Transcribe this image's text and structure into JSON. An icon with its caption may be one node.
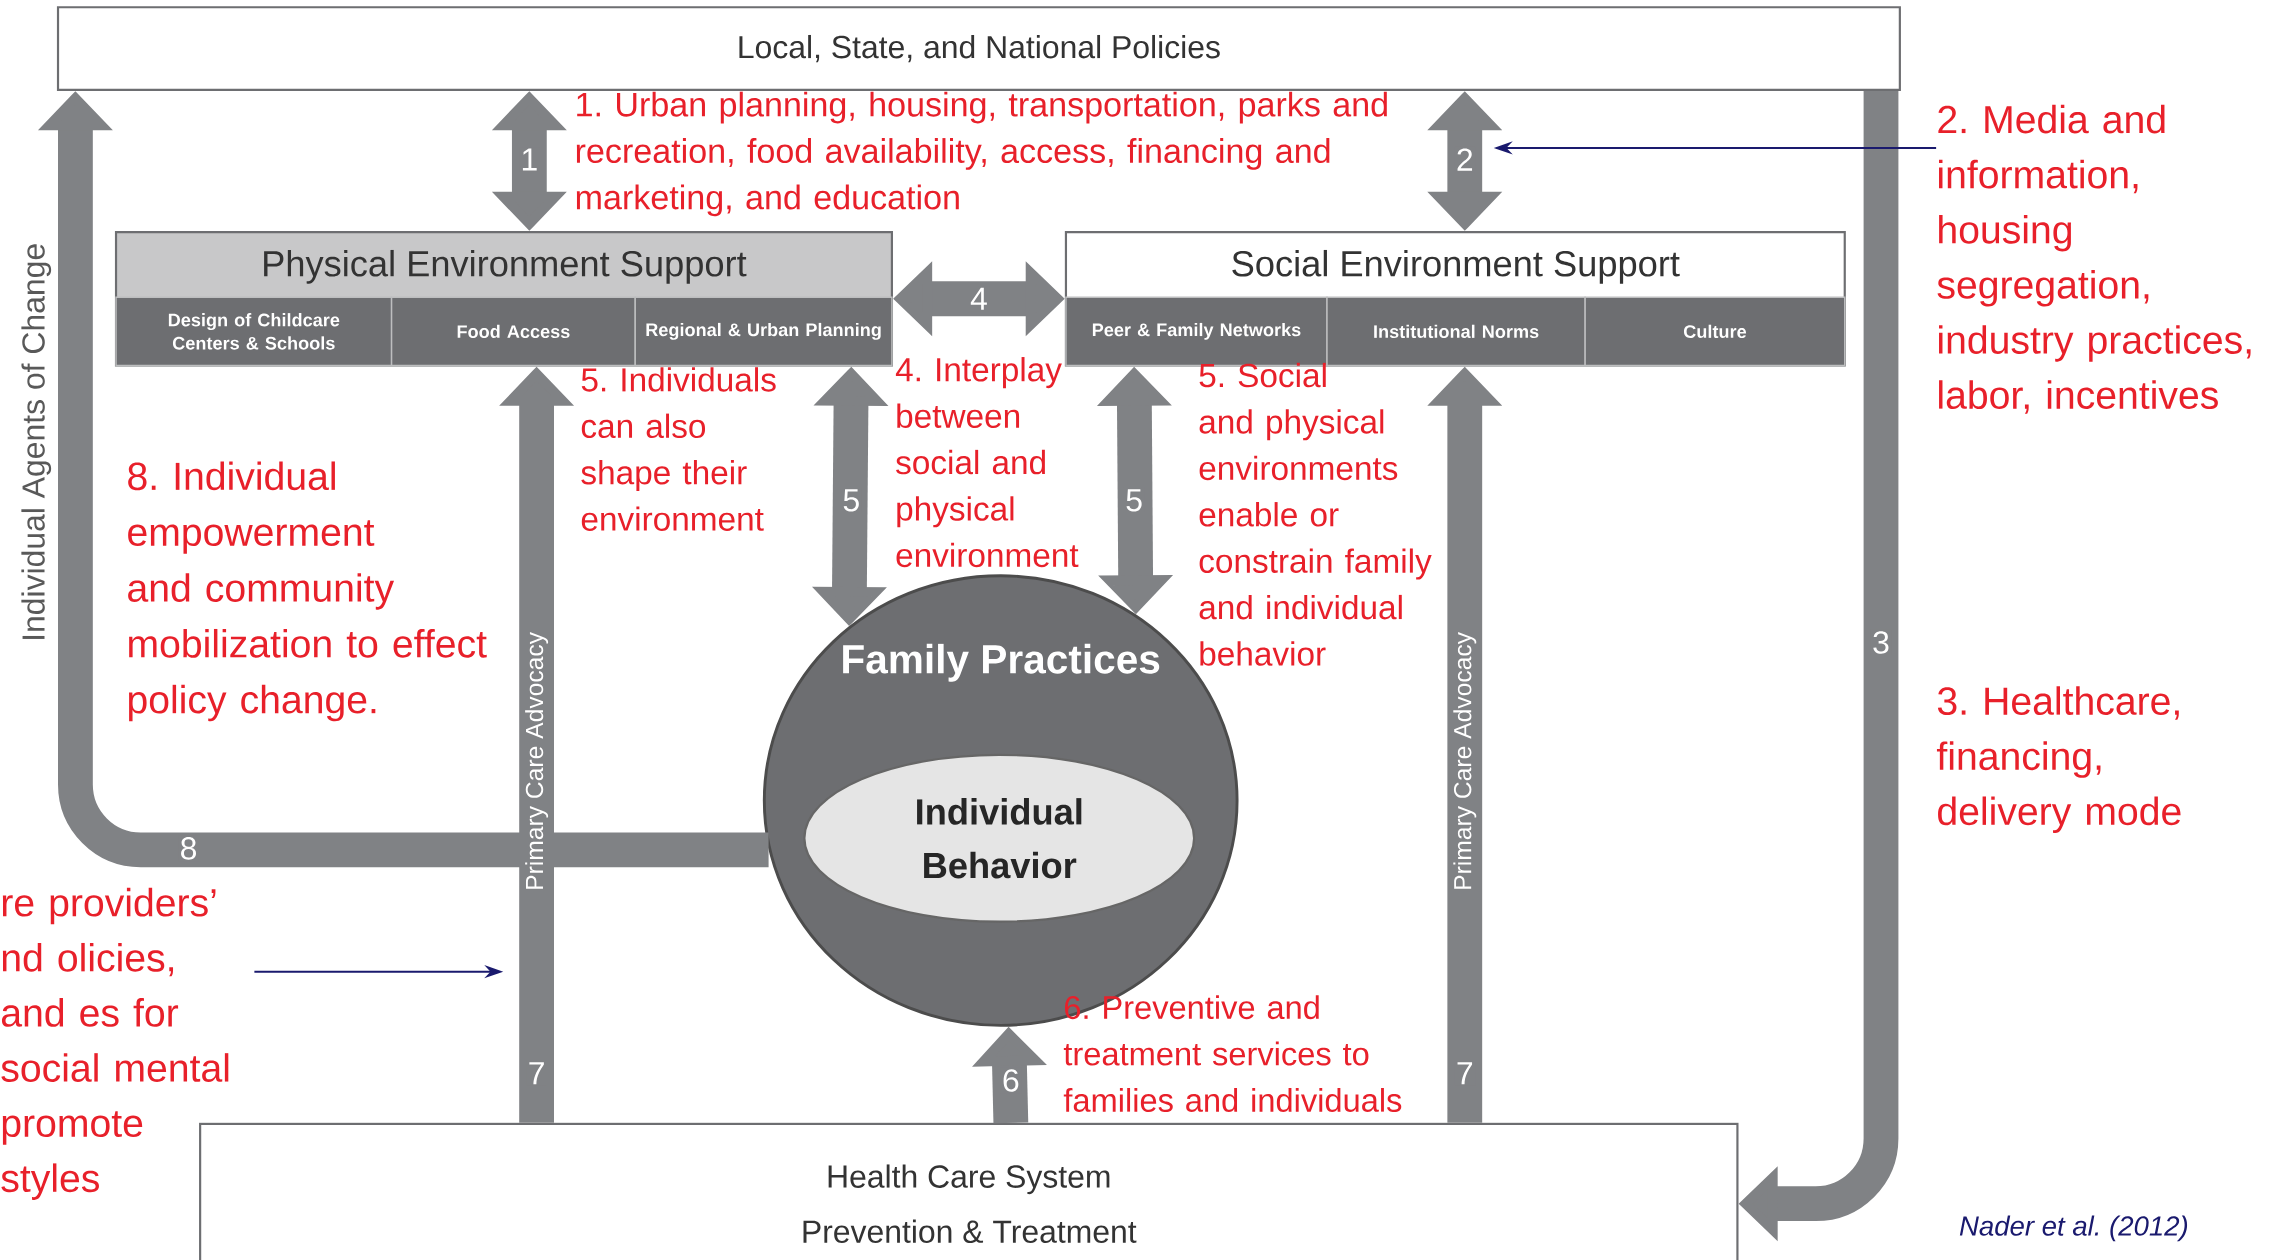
{
  "diagram": {
    "nodes": [
      {
        "text": [
          "Local, State, and National Policies"
        ]
      },
      {
        "text": [
          "Physical Environment Support"
        ]
      },
      {
        "text": [
          "Design of Childcare Centers & Schools"
        ],
        "in": 1
      },
      {
        "text": [
          "Food Access"
        ],
        "in": 1
      },
      {
        "text": [
          "Regional & Urban Planning"
        ],
        "in": 1
      },
      {
        "text": [
          "Social Environment Support"
        ]
      },
      {
        "text": [
          "Peer & Family Networks"
        ],
        "in": 5
      },
      {
        "text": [
          "Institutional Norms"
        ],
        "in": 5
      },
      {
        "text": [
          "Culture"
        ],
        "in": 5
      },
      {
        "text": [
          "Family Practices"
        ]
      },
      {
        "text": [
          "Individual Behavior"
        ],
        "in": 9
      },
      {
        "text": [
          "Health Care System",
          "Prevention & Treatment"
        ]
      },
      {
        "text": [
          "2. Media and information, housing segregation, industry practices, labor, incentives"
        ]
      },
      {
        "text": [
          "re providers’ nd olicies, and es for social mental promote styles"
        ]
      }
    ],
    "edges": [
      {
        "from": 0,
        "to": 1,
        "arrow": "both",
        "label": "1"
      },
      {
        "from": 0,
        "to": 5,
        "arrow": "both",
        "label": "2"
      },
      {
        "from": 0,
        "to": 11,
        "arrow": "to",
        "label": "3"
      },
      {
        "from": 1,
        "to": 5,
        "arrow": "both",
        "label": "4"
      },
      {
        "from": 1,
        "to": 9,
        "arrow": "both",
        "label": "5"
      },
      {
        "from": 5,
        "to": 9,
        "arrow": "both",
        "label": "5"
      },
      {
        "from": 11,
        "to": 9,
        "arrow": "to",
        "label": "6"
      },
      {
        "from": 11,
        "to": 1,
        "arrow": "to",
        "label": "7"
      },
      {
        "from": 11,
        "to": 5,
        "arrow": "to",
        "label": "7"
      },
      {
        "from": 9,
        "to": 0,
        "arrow": "to",
        "label": "8"
      },
      {
        "from": 12,
        "to": null,
        "arrow": "to",
        "color": "#1a1a6e"
      },
      {
        "from": 13,
        "to": null,
        "arrow": "to",
        "color": "#1a1a6e"
      }
    ],
    "labels": [
      "1. Urban planning, housing, transportation, parks and recreation, food availability, access, financing and marketing, and education",
      "Individual Agents of Change",
      "5. Individuals can also shape their environment",
      "4. Interplay between social and physical environment",
      "5. Social and physical environments enable or constrain family and individual behavior",
      "8. Individual empowerment and community mobilization to effect policy change.",
      "Primary Care Advocacy",
      "Primary Care Advocacy",
      "3. Healthcare, financing, delivery mode",
      "6. Preventive and treatment services to families and individuals",
      "Nader et al. (2012)"
    ]
  }
}
